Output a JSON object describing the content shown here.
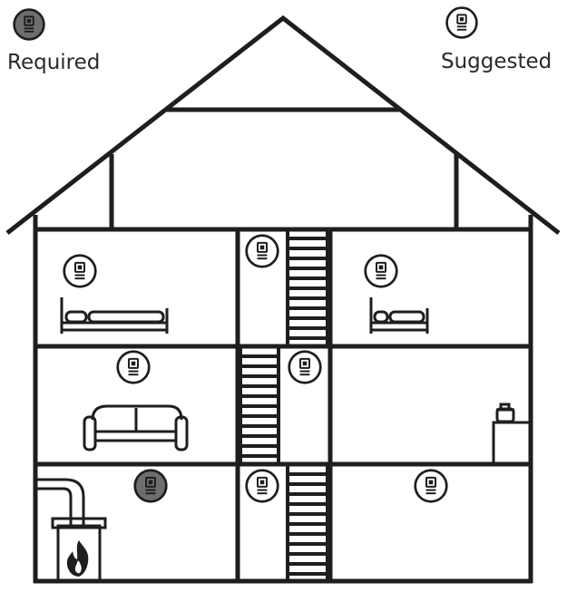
{
  "legend": {
    "required_label": "Required",
    "suggested_label": "Suggested",
    "required_color": "#6e6e6e",
    "suggested_color": "#ffffff"
  },
  "line_color": "#1e1e1e",
  "detectors": [
    {
      "room": "upstairs-left-bedroom",
      "kind": "suggested",
      "icon": "smoke-detector-icon"
    },
    {
      "room": "upstairs-hall",
      "kind": "suggested",
      "icon": "smoke-detector-icon"
    },
    {
      "room": "upstairs-right-bedroom",
      "kind": "suggested",
      "icon": "smoke-detector-icon"
    },
    {
      "room": "main-floor-living-room",
      "kind": "suggested",
      "icon": "smoke-detector-icon"
    },
    {
      "room": "main-floor-hall",
      "kind": "suggested",
      "icon": "smoke-detector-icon"
    },
    {
      "room": "basement-furnace-room",
      "kind": "required",
      "icon": "smoke-detector-icon"
    },
    {
      "room": "basement-hall",
      "kind": "suggested",
      "icon": "smoke-detector-icon"
    },
    {
      "room": "basement-right-room",
      "kind": "suggested",
      "icon": "smoke-detector-icon"
    }
  ],
  "furniture_icons": [
    "bed-icon",
    "bed-icon",
    "sofa-icon",
    "stove-icon",
    "furnace-icon",
    "flame-icon"
  ]
}
